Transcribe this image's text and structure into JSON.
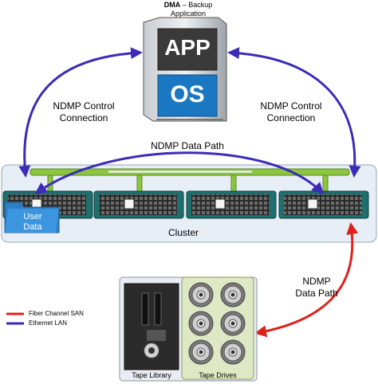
{
  "dma": {
    "title_bold": "DMA",
    "title_rest": " – Backup",
    "title_line2": "Application",
    "app_label": "APP",
    "os_label": "OS"
  },
  "connections": {
    "control_left_line1": "NDMP Control",
    "control_left_line2": "Connection",
    "control_right_line1": "NDMP Control",
    "control_right_line2": "Connection",
    "data_path_top": "NDMP Data Path",
    "data_path_right_line1": "NDMP",
    "data_path_right_line2": "Data Path"
  },
  "cluster": {
    "label": "Cluster",
    "user_data_line1": "User",
    "user_data_line2": "Data"
  },
  "legend": {
    "items": [
      {
        "label": "Fiber Channel SAN",
        "color": "#e0201b"
      },
      {
        "label": "Ethernet LAN",
        "color": "#3b2bb8"
      }
    ]
  },
  "tape": {
    "library_label": "Tape Library",
    "drives_label": "Tape Drives"
  },
  "colors": {
    "ethernet": "#3b2bb8",
    "fiber": "#e0201b",
    "cluster_bg": "#e8eef6",
    "node_teal": "#1e6f6d",
    "interconnect": "#8cc63f",
    "app_bg": "#3a3a3a",
    "os_bg": "#1a78c2"
  }
}
